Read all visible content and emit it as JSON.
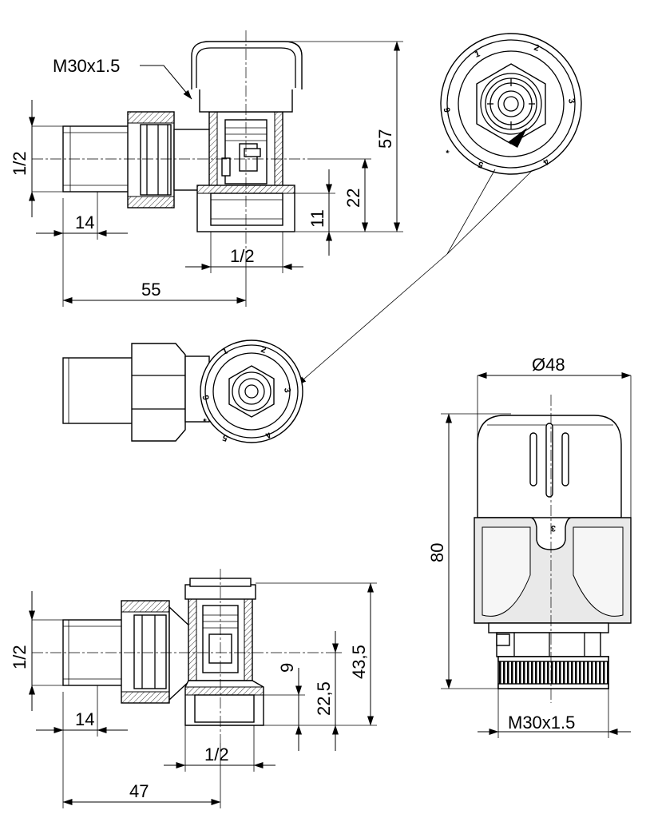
{
  "view_top": {
    "thread_callout": "M30x1.5",
    "dim_inlet_thread": "1/2",
    "dim_inlet_length": "14",
    "dim_outlet_thread": "1/2",
    "dim_total_length": "55",
    "dim_height": "57",
    "dim_axis_height": "22",
    "dim_outlet_offset": "11"
  },
  "view_plan": {
    "scale_marks": [
      "1",
      "2",
      "3",
      "4",
      "5",
      "6",
      "*"
    ]
  },
  "detail_dial": {
    "scale_marks": [
      "1",
      "2",
      "3",
      "4",
      "5",
      "6",
      "*"
    ]
  },
  "view_straight": {
    "dim_inlet_thread": "1/2",
    "dim_inlet_length": "14",
    "dim_outlet_thread": "1/2",
    "dim_total_length": "47",
    "dim_height": "43,5",
    "dim_axis_height": "22,5",
    "dim_outlet_offset": "9"
  },
  "thermostat_head": {
    "dim_diameter": "Ø48",
    "dim_height": "80",
    "dim_thread": "M30x1.5",
    "dial_mark": "3"
  }
}
